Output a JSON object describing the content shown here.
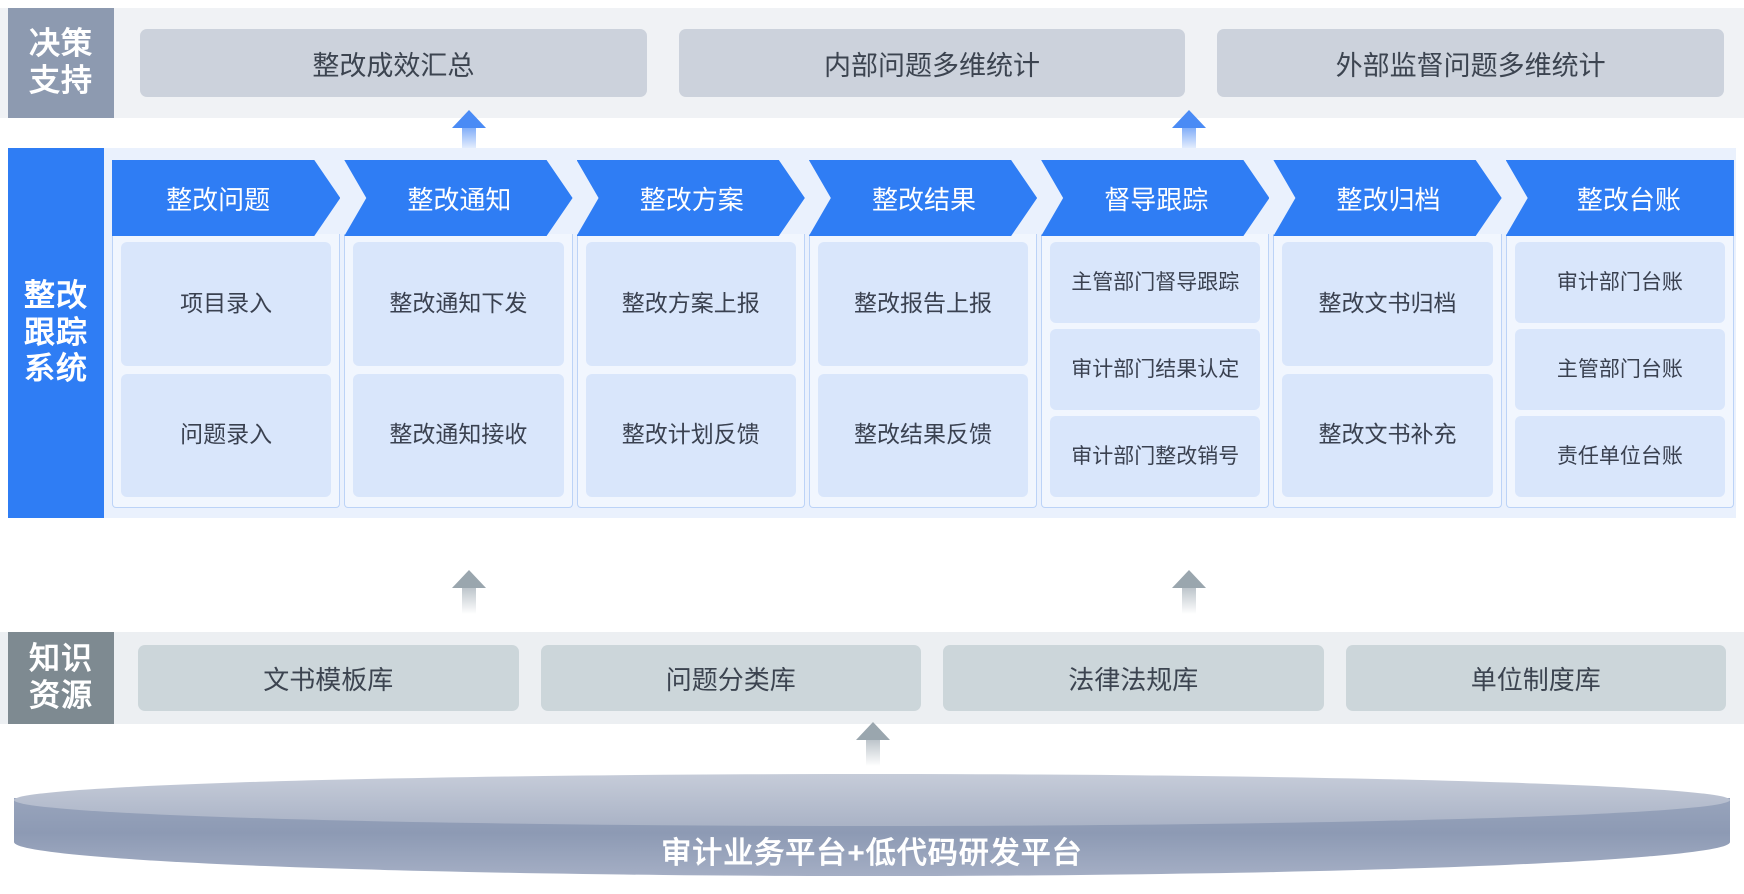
{
  "decision": {
    "label": "决策\n支持",
    "label_lines": [
      "决策",
      "支持"
    ],
    "cards": [
      {
        "label": "整改成效汇总"
      },
      {
        "label": "内部问题多维统计"
      },
      {
        "label": "外部监督问题多维统计"
      }
    ]
  },
  "system": {
    "label_lines": [
      "整改",
      "跟踪",
      "系统"
    ],
    "columns": [
      {
        "title": "整改问题",
        "items": [
          "项目录入",
          "问题录入"
        ]
      },
      {
        "title": "整改通知",
        "items": [
          "整改通知下发",
          "整改通知接收"
        ]
      },
      {
        "title": "整改方案",
        "items": [
          "整改方案上报",
          "整改计划反馈"
        ]
      },
      {
        "title": "整改结果",
        "items": [
          "整改报告上报",
          "整改结果反馈"
        ]
      },
      {
        "title": "督导跟踪",
        "items": [
          "主管部门督导跟踪",
          "审计部门结果认定",
          "审计部门整改销号"
        ]
      },
      {
        "title": "整改归档",
        "items": [
          "整改文书归档",
          "整改文书补充"
        ]
      },
      {
        "title": "整改台账",
        "items": [
          "审计部门台账",
          "主管部门台账",
          "责任单位台账"
        ]
      }
    ]
  },
  "knowledge": {
    "label_lines": [
      "知识",
      "资源"
    ],
    "cards": [
      {
        "label": "文书模板库"
      },
      {
        "label": "问题分类库"
      },
      {
        "label": "法律法规库"
      },
      {
        "label": "单位制度库"
      }
    ]
  },
  "platform": {
    "title": "审计业务平台+低代码研发平台"
  },
  "colors": {
    "decision_band": "#f0f2f5",
    "decision_label": "#8d9ab0",
    "decision_card": "#ccd2dc",
    "system_band": "#eaf1fd",
    "system_label": "#2f7df4",
    "chevron": "#2f7df4",
    "sub_card": "#d9e6fb",
    "knowledge_band": "#eceff2",
    "knowledge_label": "#7e8a91",
    "knowledge_card": "#ccd6da",
    "platform": "#8d9ab4",
    "arrow_blue": "#4a8bf5",
    "arrow_gray": "#9aa6ae"
  }
}
